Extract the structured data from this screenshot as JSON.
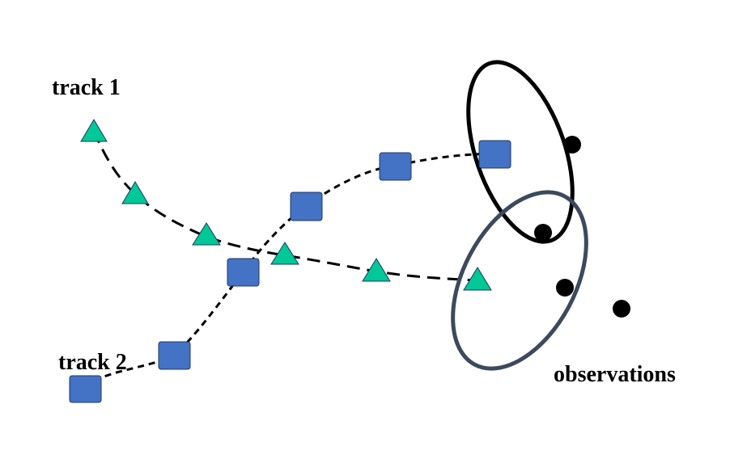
{
  "labels": {
    "track1": "track 1",
    "track2": "track 2",
    "observations": "observations"
  },
  "colors": {
    "track1_marker": "#00c896",
    "track2_marker": "#4472c4",
    "marker_stroke": "#1f3864",
    "ellipse_black": "#000000",
    "ellipse_slate": "#3b4a5c",
    "observation_dot": "#000000"
  },
  "marker_shapes": {
    "track1": "triangle",
    "track2": "square",
    "observations": "circle"
  }
}
